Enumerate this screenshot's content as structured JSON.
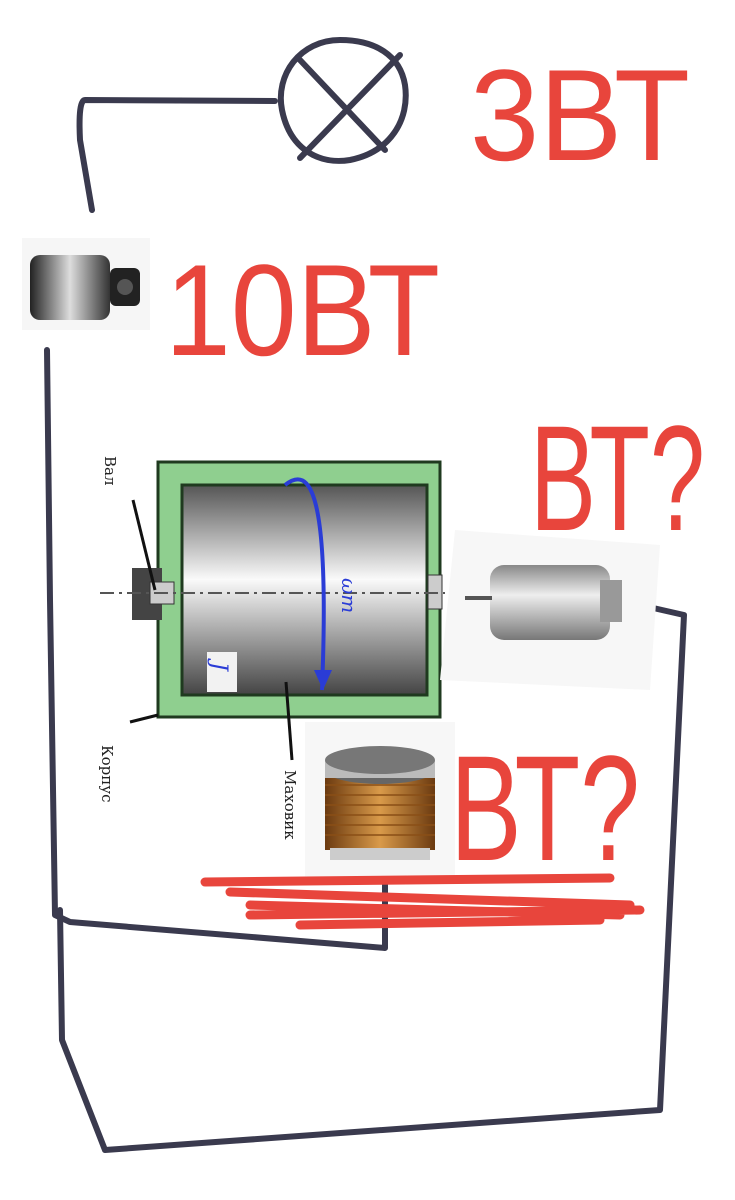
{
  "annotations": {
    "lamp_power": "3ВТ",
    "generator_power": "10ВТ",
    "motor_power": "ВТ?",
    "coil_power": "ВТ?"
  },
  "flywheel_figure": {
    "shaft_label": "Вал",
    "housing_label": "Корпус",
    "flywheel_label": "Маховик",
    "omega_label": "ωm",
    "inertia_label": "J"
  },
  "colors": {
    "ink_red": "#e8453c",
    "wire": "#3a3a4e",
    "housing_green": "#7fbf7f",
    "omega_arrow": "#2a3cd6"
  }
}
